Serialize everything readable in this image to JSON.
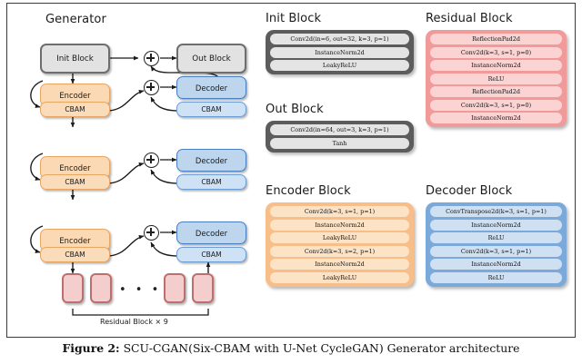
{
  "figure": {
    "caption_label": "Figure 2:",
    "caption_text": " SCU-CGAN(Six-CBAM with U-Net CycleGAN) Generator architecture"
  },
  "generator": {
    "title": "Generator",
    "init_block": "Init Block",
    "out_block": "Out Block",
    "encoders": [
      {
        "name": "Encoder",
        "cbam": "CBAM"
      },
      {
        "name": "Encoder",
        "cbam": "CBAM"
      },
      {
        "name": "Encoder",
        "cbam": "CBAM"
      }
    ],
    "decoders": [
      {
        "name": "Decoder",
        "cbam": "CBAM"
      },
      {
        "name": "Decoder",
        "cbam": "CBAM"
      },
      {
        "name": "Decoder",
        "cbam": "CBAM"
      }
    ],
    "sum_symbol": "+",
    "residual_strip": {
      "blocks": [
        "",
        "",
        "",
        ""
      ],
      "ellipsis": "• • •",
      "bracket_label": "Residual Block × 9"
    }
  },
  "panels": [
    {
      "id": "init-block",
      "title": "Init Block",
      "theme": "gray",
      "rows": [
        "Conv2d(in=6, out=32, k=3, p=1)",
        "InstanceNorm2d",
        "LeakyReLU"
      ]
    },
    {
      "id": "out-block",
      "title": "Out Block",
      "theme": "gray",
      "rows": [
        "Conv2d(in=64, out=3, k=3, p=1)",
        "Tanh"
      ]
    },
    {
      "id": "residual-block",
      "title": "Residual Block",
      "theme": "red",
      "rows": [
        "ReflectionPad2d",
        "Conv2d(k=3, s=1, p=0)",
        "InstanceNorm2d",
        "ReLU",
        "ReflectionPad2d",
        "Conv2d(k=3, s=1, p=0)",
        "InstanceNorm2d"
      ]
    },
    {
      "id": "encoder-block",
      "title": "Encoder Block",
      "theme": "orange",
      "rows": [
        "Conv2d(k=3, s=1, p=1)",
        "InstanceNorm2d",
        "LeakyReLU",
        "Conv2d(k=3, s=2, p=1)",
        "InstanceNorm2d",
        "LeakyReLU"
      ]
    },
    {
      "id": "decoder-block",
      "title": "Decoder Block",
      "theme": "blue",
      "rows": [
        "ConvTranspose2d(k=3, s=1, p=1)",
        "InstanceNorm2d",
        "ReLU",
        "Conv2d(k=3, s=1, p=1)",
        "InstanceNorm2d",
        "ReLU"
      ]
    }
  ],
  "colors": {
    "init_fill": "#e2e2e2",
    "encoder_fill": "#fbd9b4",
    "decoder_fill": "#bed5ee",
    "residual_fill": "#f4cdcd",
    "panel_gray": "#5c5c5c",
    "panel_red": "#f09a9a",
    "panel_orange": "#f7be8a",
    "panel_blue": "#7ba9da"
  }
}
